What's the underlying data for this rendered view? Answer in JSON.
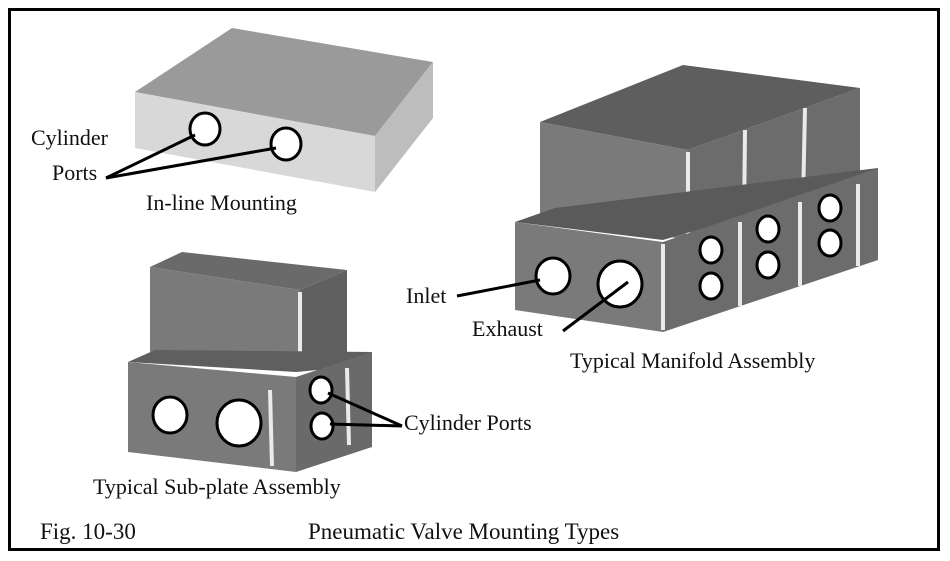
{
  "figure": {
    "number": "Fig. 10-30",
    "title": "Pneumatic Valve Mounting Types"
  },
  "inline": {
    "ports_label_line1": "Cylinder",
    "ports_label_line2": "Ports",
    "caption": "In-line Mounting"
  },
  "subplate": {
    "ports_label": "Cylinder Ports",
    "caption": "Typical Sub-plate Assembly"
  },
  "manifold": {
    "inlet_label": "Inlet",
    "exhaust_label": "Exhaust",
    "caption": "Typical Manifold Assembly"
  },
  "colors": {
    "block_top": "#6e6e6e",
    "block_front": "#7a7a7a",
    "block_side": "#5e5e5e",
    "inline_top": "#9a9a9a",
    "inline_front": "#d8d8d8",
    "inline_side": "#b8b8b8",
    "port_fill": "#ffffff",
    "line": "#000000"
  }
}
